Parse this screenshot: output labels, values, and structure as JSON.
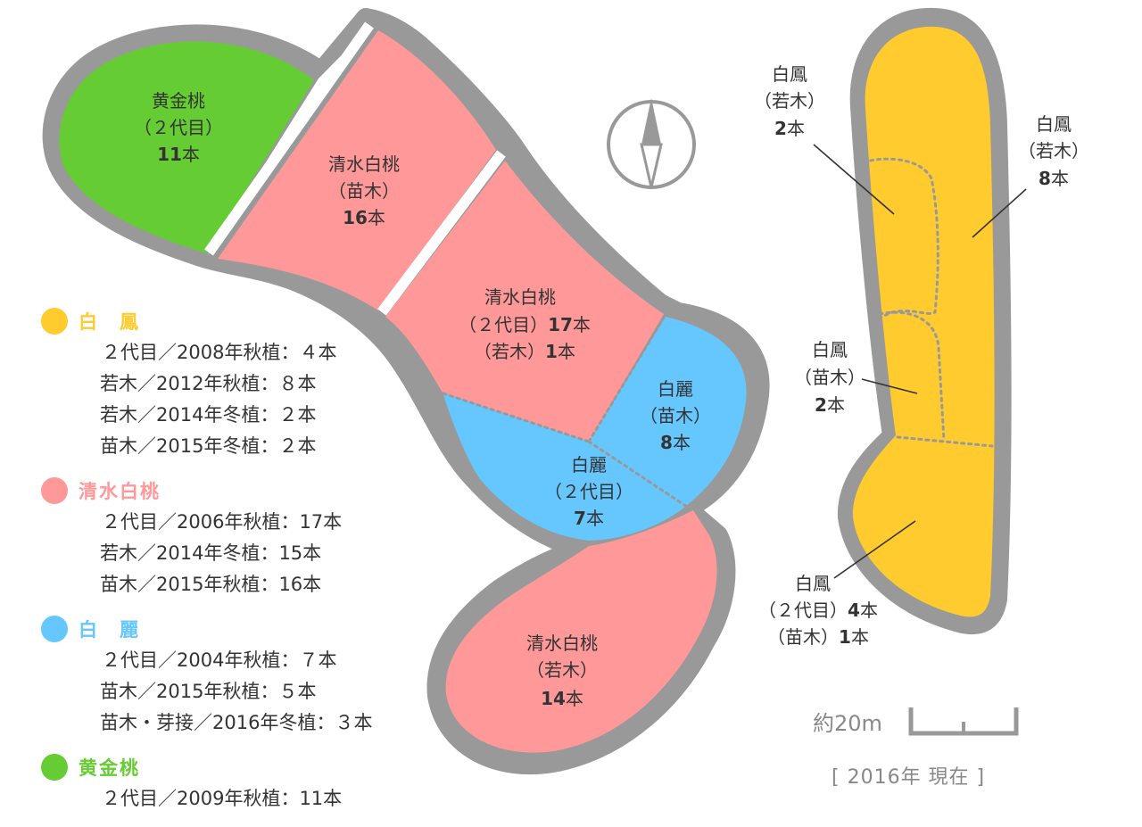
{
  "colors": {
    "hakuho": "#FFCB2F",
    "shimizu": "#FF9999",
    "hakurei": "#66C7FF",
    "ogontou": "#66CC33",
    "border": "#999999",
    "text": "#333333"
  },
  "map": {
    "compass": {
      "icon": "compass-north-arrow-icon"
    },
    "plots": {
      "ogontou": {
        "name": "黄金桃",
        "sub": "（２代目）",
        "count": "11",
        "unit": "本"
      },
      "shimizu_seedling": {
        "name": "清水白桃",
        "sub": "（苗木）",
        "count": "16",
        "unit": "本"
      },
      "shimizu_mixed": {
        "name": "清水白桃",
        "sub": "（２代目）",
        "count": "17",
        "unit": "本",
        "sub2": "（若木）",
        "count2": "1",
        "unit2": "本"
      },
      "hakurei_seedling": {
        "name": "白麗",
        "sub": "（苗木）",
        "count": "8",
        "unit": "本"
      },
      "hakurei_second": {
        "name": "白麗",
        "sub": "（２代目）",
        "count": "7",
        "unit": "本"
      },
      "shimizu_young": {
        "name": "清水白桃",
        "sub": "（若木）",
        "count": "14",
        "unit": "本"
      },
      "hakuho_young_a": {
        "name": "白鳳",
        "sub": "（若木）",
        "count": "2",
        "unit": "本"
      },
      "hakuho_young_b": {
        "name": "白鳳",
        "sub": "（若木）",
        "count": "8",
        "unit": "本"
      },
      "hakuho_seedling": {
        "name": "白鳳",
        "sub": "（苗木）",
        "count": "2",
        "unit": "本"
      },
      "hakuho_mixed": {
        "name": "白鳳",
        "sub": "（２代目）",
        "count": "4",
        "unit": "本",
        "sub2": "（苗木）",
        "count2": "1",
        "unit2": "本"
      }
    }
  },
  "legend": [
    {
      "name": "白　鳳",
      "color": "#FFCB2F",
      "rows": [
        "２代目／2008年秋植：４本",
        "若木／2012年秋植：８本",
        "若木／2014年冬植：２本",
        "苗木／2015年冬植：２本"
      ]
    },
    {
      "name": "清水白桃",
      "color": "#FF9999",
      "rows": [
        "２代目／2006年秋植：17本",
        "若木／2014年冬植：15本",
        "苗木／2015年秋植：16本"
      ]
    },
    {
      "name": "白　麗",
      "color": "#66C7FF",
      "rows": [
        "２代目／2004年秋植：７本",
        "苗木／2015年秋植：５本",
        "苗木・芽接／2016年冬植：３本"
      ]
    },
    {
      "name": "黄金桃",
      "color": "#66CC33",
      "rows": [
        "２代目／2009年秋植：11本"
      ]
    }
  ],
  "scale": {
    "label": "約20m"
  },
  "date": {
    "label": "[ 2016年 現在 ]"
  }
}
